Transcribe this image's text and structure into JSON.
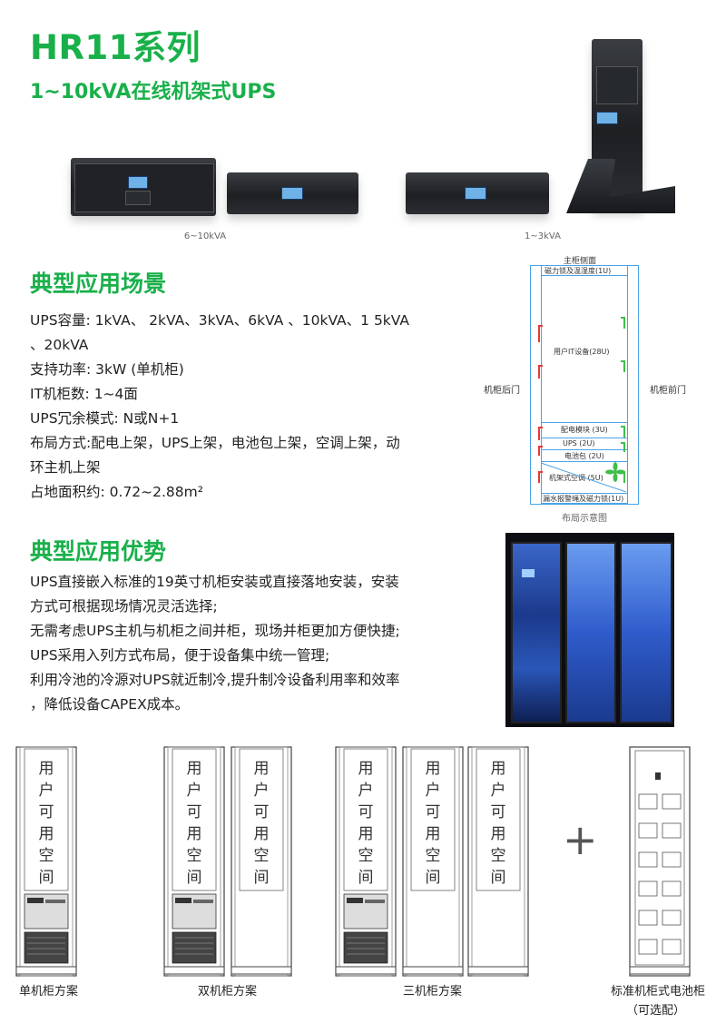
{
  "header": {
    "title": "HR11系列",
    "subtitle": "1~10kVA在线机架式UPS"
  },
  "products": {
    "caption_large": "6~10kVA",
    "caption_small": "1~3kVA"
  },
  "scenario": {
    "heading": "典型应用场景",
    "lines": [
      "UPS容量: 1kVA、 2kVA、3kVA、6kVA 、10kVA、1 5kVA",
      "、20kVA",
      "支持功率: 3kW (单机柜)",
      "IT机柜数: 1~4面",
      "UPS冗余模式: N或N+1",
      "布局方式:配电上架，UPS上架，电池包上架，空调上架，动",
      "环主机上架",
      "占地面积约: 0.72~2.88m²"
    ]
  },
  "layout_diagram": {
    "title": "主柜侧面",
    "rows": [
      "磁力锁及温湿度(1U)",
      "用户IT设备(28U)",
      "配电模块 (3U)",
      "UPS (2U)",
      "电池包 (2U)",
      "机架式空调 (5U)",
      "漏水报警绳及磁力锁(1U)"
    ],
    "left_label": "机柜后门",
    "right_label": "机柜前门",
    "caption": "布局示意图"
  },
  "advantages": {
    "heading": "典型应用优势",
    "lines": [
      "UPS直接嵌入标准的19英寸机柜安装或直接落地安装，安装",
      "方式可根据现场情况灵活选择;",
      "无需考虑UPS主机与机柜之间并柜，现场并柜更加方便快捷;",
      "UPS采用入列方式布局，便于设备集中统一管理;",
      "利用冷池的冷源对UPS就近制冷,提升制冷设备利用率和效率",
      "，降低设备CAPEX成本。"
    ]
  },
  "cabinets": {
    "space_chars": [
      "用",
      "户",
      "可",
      "用",
      "空",
      "间"
    ],
    "plus": "+",
    "labels": {
      "single": "单机柜方案",
      "double": "双机柜方案",
      "triple": "三机柜方案",
      "battery": "标准机柜式电池柜",
      "battery_note": "（可选配）"
    }
  },
  "colors": {
    "accent_green": "#19b04a",
    "diagram_blue": "#4aa3e8",
    "hot_air": "#e53935",
    "cold_air": "#3fbf4a"
  }
}
